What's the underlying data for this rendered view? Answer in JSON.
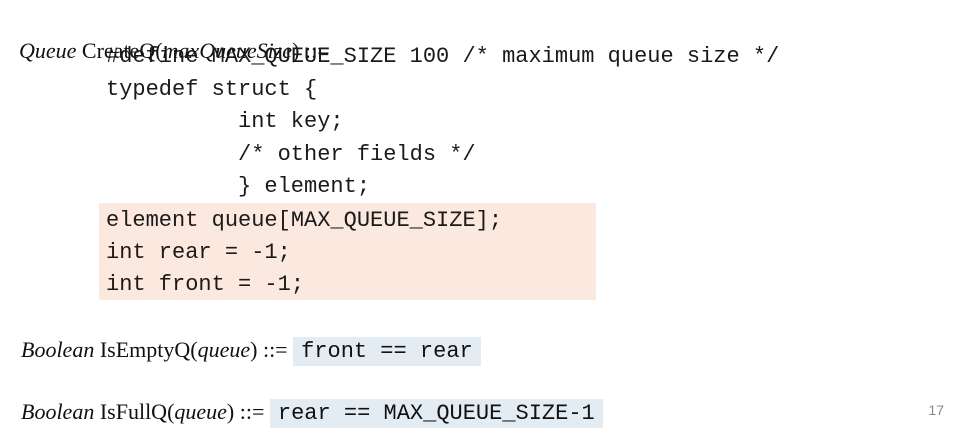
{
  "createq": {
    "type_word": "Queue",
    "func_name": "CreateQ(",
    "param": "maxQueueSize",
    "close_assign": ") ::="
  },
  "code_lines": [
    "#define MAX_QUEUE_SIZE 100 /* maximum queue size */",
    "typedef struct {",
    "int key;",
    "/* other fields */",
    "} element;",
    "element queue[MAX_QUEUE_SIZE];",
    "int rear = -1;",
    "int front = -1;"
  ],
  "isempty": {
    "type_word": "Boolean",
    "func_name": "IsEmptyQ(",
    "param": "queue",
    "close_assign": ") ::=",
    "expr": "front == rear"
  },
  "isfull": {
    "type_word": "Boolean",
    "func_name": "IsFullQ(",
    "param": "queue",
    "close_assign": ") ::=",
    "expr": "rear == MAX_QUEUE_SIZE-1"
  },
  "page_number": "17",
  "colors": {
    "orange_highlight": "#fbe8df",
    "blue_highlight": "#e3ecf3"
  }
}
